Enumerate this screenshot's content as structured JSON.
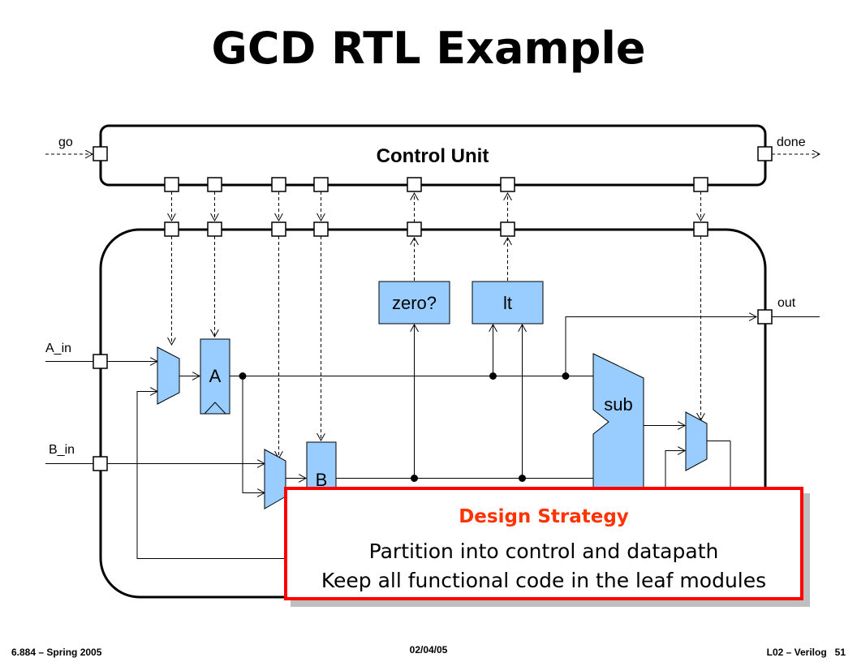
{
  "title": "GCD RTL Example",
  "control_unit": {
    "label": "Control Unit"
  },
  "ports": {
    "go": "go",
    "done": "done",
    "a_in": "A_in",
    "b_in": "B_in",
    "out": "out"
  },
  "blocks": {
    "zero": "zero?",
    "lt": "lt",
    "reg_a": "A",
    "reg_b": "B",
    "sub": "sub"
  },
  "callout": {
    "title": "Design Strategy",
    "lines": [
      "Partition into control and datapath",
      "Keep all functional code in the leaf modules"
    ]
  },
  "footer": {
    "course": "6.884 – Spring 2005",
    "date": "02/04/05",
    "lecture": "L02 – Verilog   51"
  },
  "colors": {
    "block_fill": "#99ccff",
    "callout_border": "#ff0000",
    "callout_title": "#ff3300"
  }
}
